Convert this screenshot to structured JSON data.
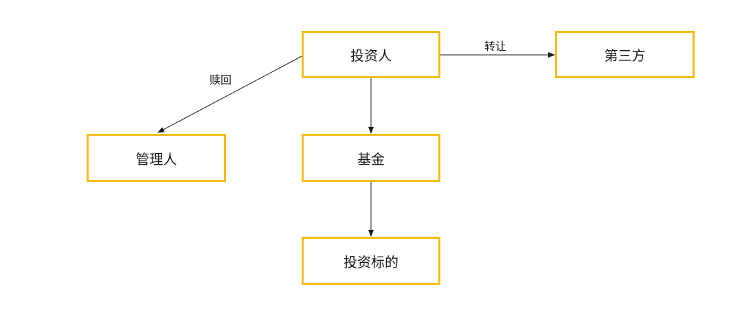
{
  "diagram": {
    "nodes": {
      "investor": "投资人",
      "third_party": "第三方",
      "manager": "管理人",
      "fund": "基金",
      "target": "投资标的"
    },
    "edges": {
      "transfer_label": "转让",
      "redeem_label": "赎回"
    },
    "colors": {
      "node_border": "#f5bd14",
      "edge": "#1a1a1a"
    }
  }
}
